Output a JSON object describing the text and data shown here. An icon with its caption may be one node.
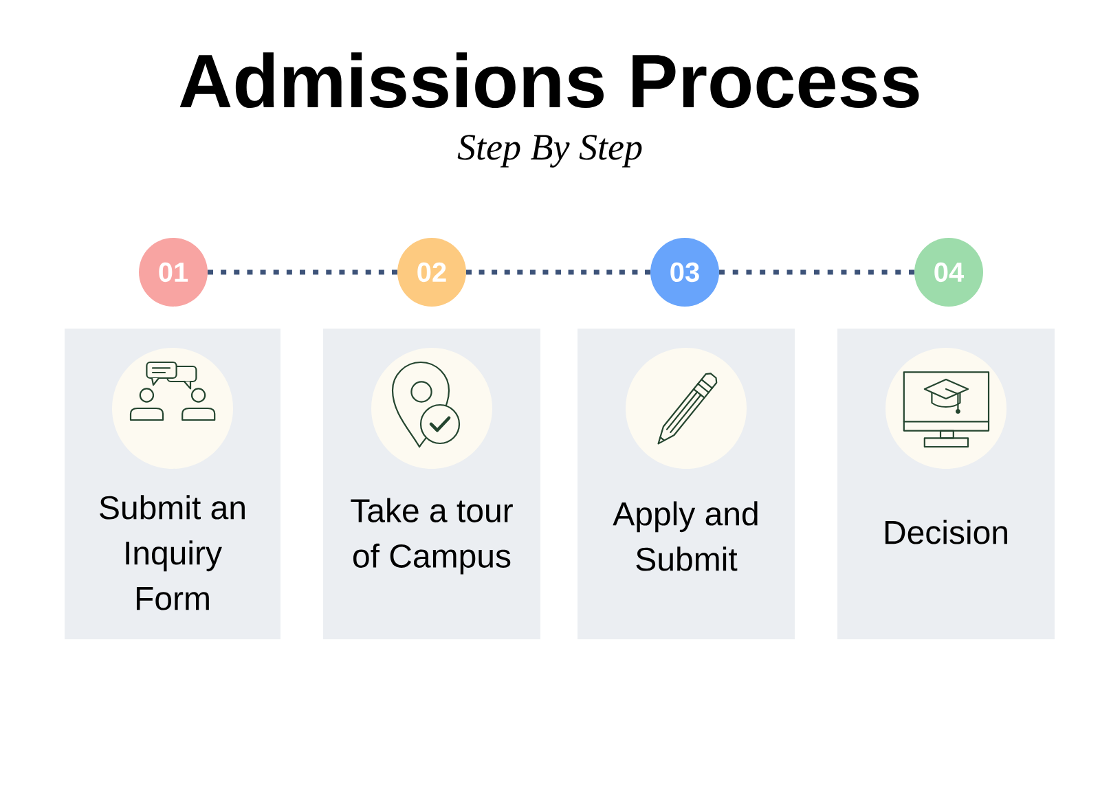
{
  "diagram": {
    "title": "Admissions Process",
    "nodes": [
      {
        "text": [
          "01"
        ]
      },
      {
        "text": [
          "02"
        ]
      },
      {
        "text": [
          "03"
        ]
      },
      {
        "text": [
          "04"
        ]
      },
      {
        "text": [
          "Submit an Inquiry Form"
        ]
      },
      {
        "text": [
          "Take a tour of Campus"
        ]
      },
      {
        "text": [
          "Apply and Submit"
        ]
      },
      {
        "text": [
          "Decision"
        ]
      }
    ],
    "edges": [
      {
        "from": 0,
        "to": 1,
        "arrow": "none",
        "style": "dashed"
      },
      {
        "from": 1,
        "to": 2,
        "arrow": "none",
        "style": "dashed"
      },
      {
        "from": 2,
        "to": 3,
        "arrow": "none",
        "style": "dashed"
      }
    ],
    "labels": [
      "Step By Step"
    ]
  }
}
